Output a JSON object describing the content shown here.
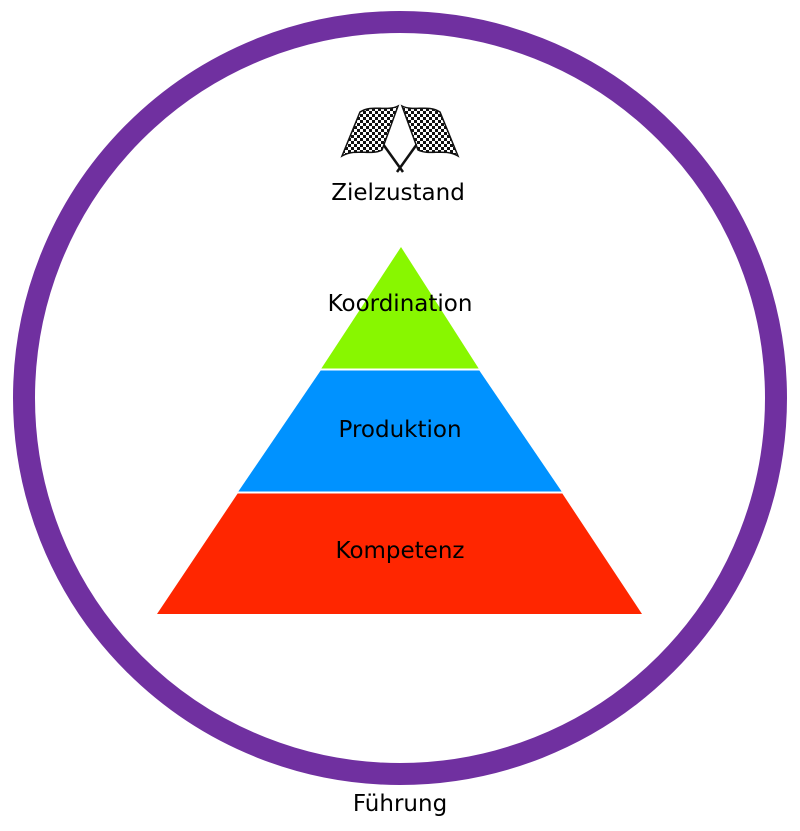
{
  "goal": {
    "icon": "checkered-flags-icon",
    "label": "Zielzustand"
  },
  "pyramid": {
    "levels": [
      {
        "label": "Koordination",
        "color": "#88f700"
      },
      {
        "label": "Produktion",
        "color": "#0092ff"
      },
      {
        "label": "Kompetenz",
        "color": "#ff2600"
      }
    ]
  },
  "ring": {
    "label": "Führung",
    "color": "#7030a0"
  }
}
